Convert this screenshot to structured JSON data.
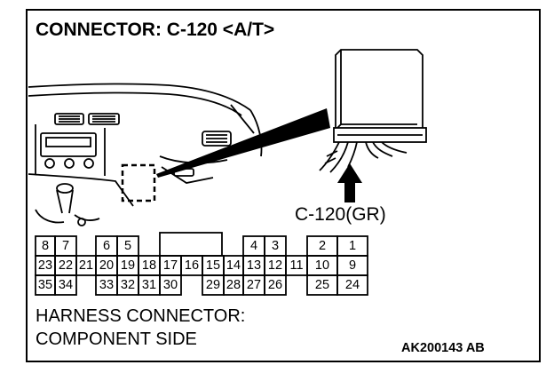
{
  "title": "CONNECTOR: C-120 <A/T>",
  "callout": "C-120(GR)",
  "footer": {
    "line1": "HARNESS CONNECTOR:",
    "line2": "COMPONENT SIDE"
  },
  "figure_code": "AK200143 AB",
  "connector": {
    "row1": [
      "8",
      "7",
      "",
      "6",
      "5",
      "",
      "4",
      "3",
      "",
      "2",
      "1"
    ],
    "row2": [
      "23",
      "22",
      "21",
      "20",
      "19",
      "18",
      "17",
      "16",
      "15",
      "14",
      "13",
      "12",
      "11",
      "10",
      "9"
    ],
    "row3": [
      "35",
      "34",
      "",
      "33",
      "32",
      "31",
      "30",
      "",
      "29",
      "28",
      "27",
      "26",
      "",
      "25",
      "24"
    ]
  },
  "colors": {
    "line": "#000000",
    "background": "#ffffff"
  },
  "icons": [
    "dashboard-illustration",
    "ecu-module-illustration",
    "pointer-arrow-icon"
  ]
}
